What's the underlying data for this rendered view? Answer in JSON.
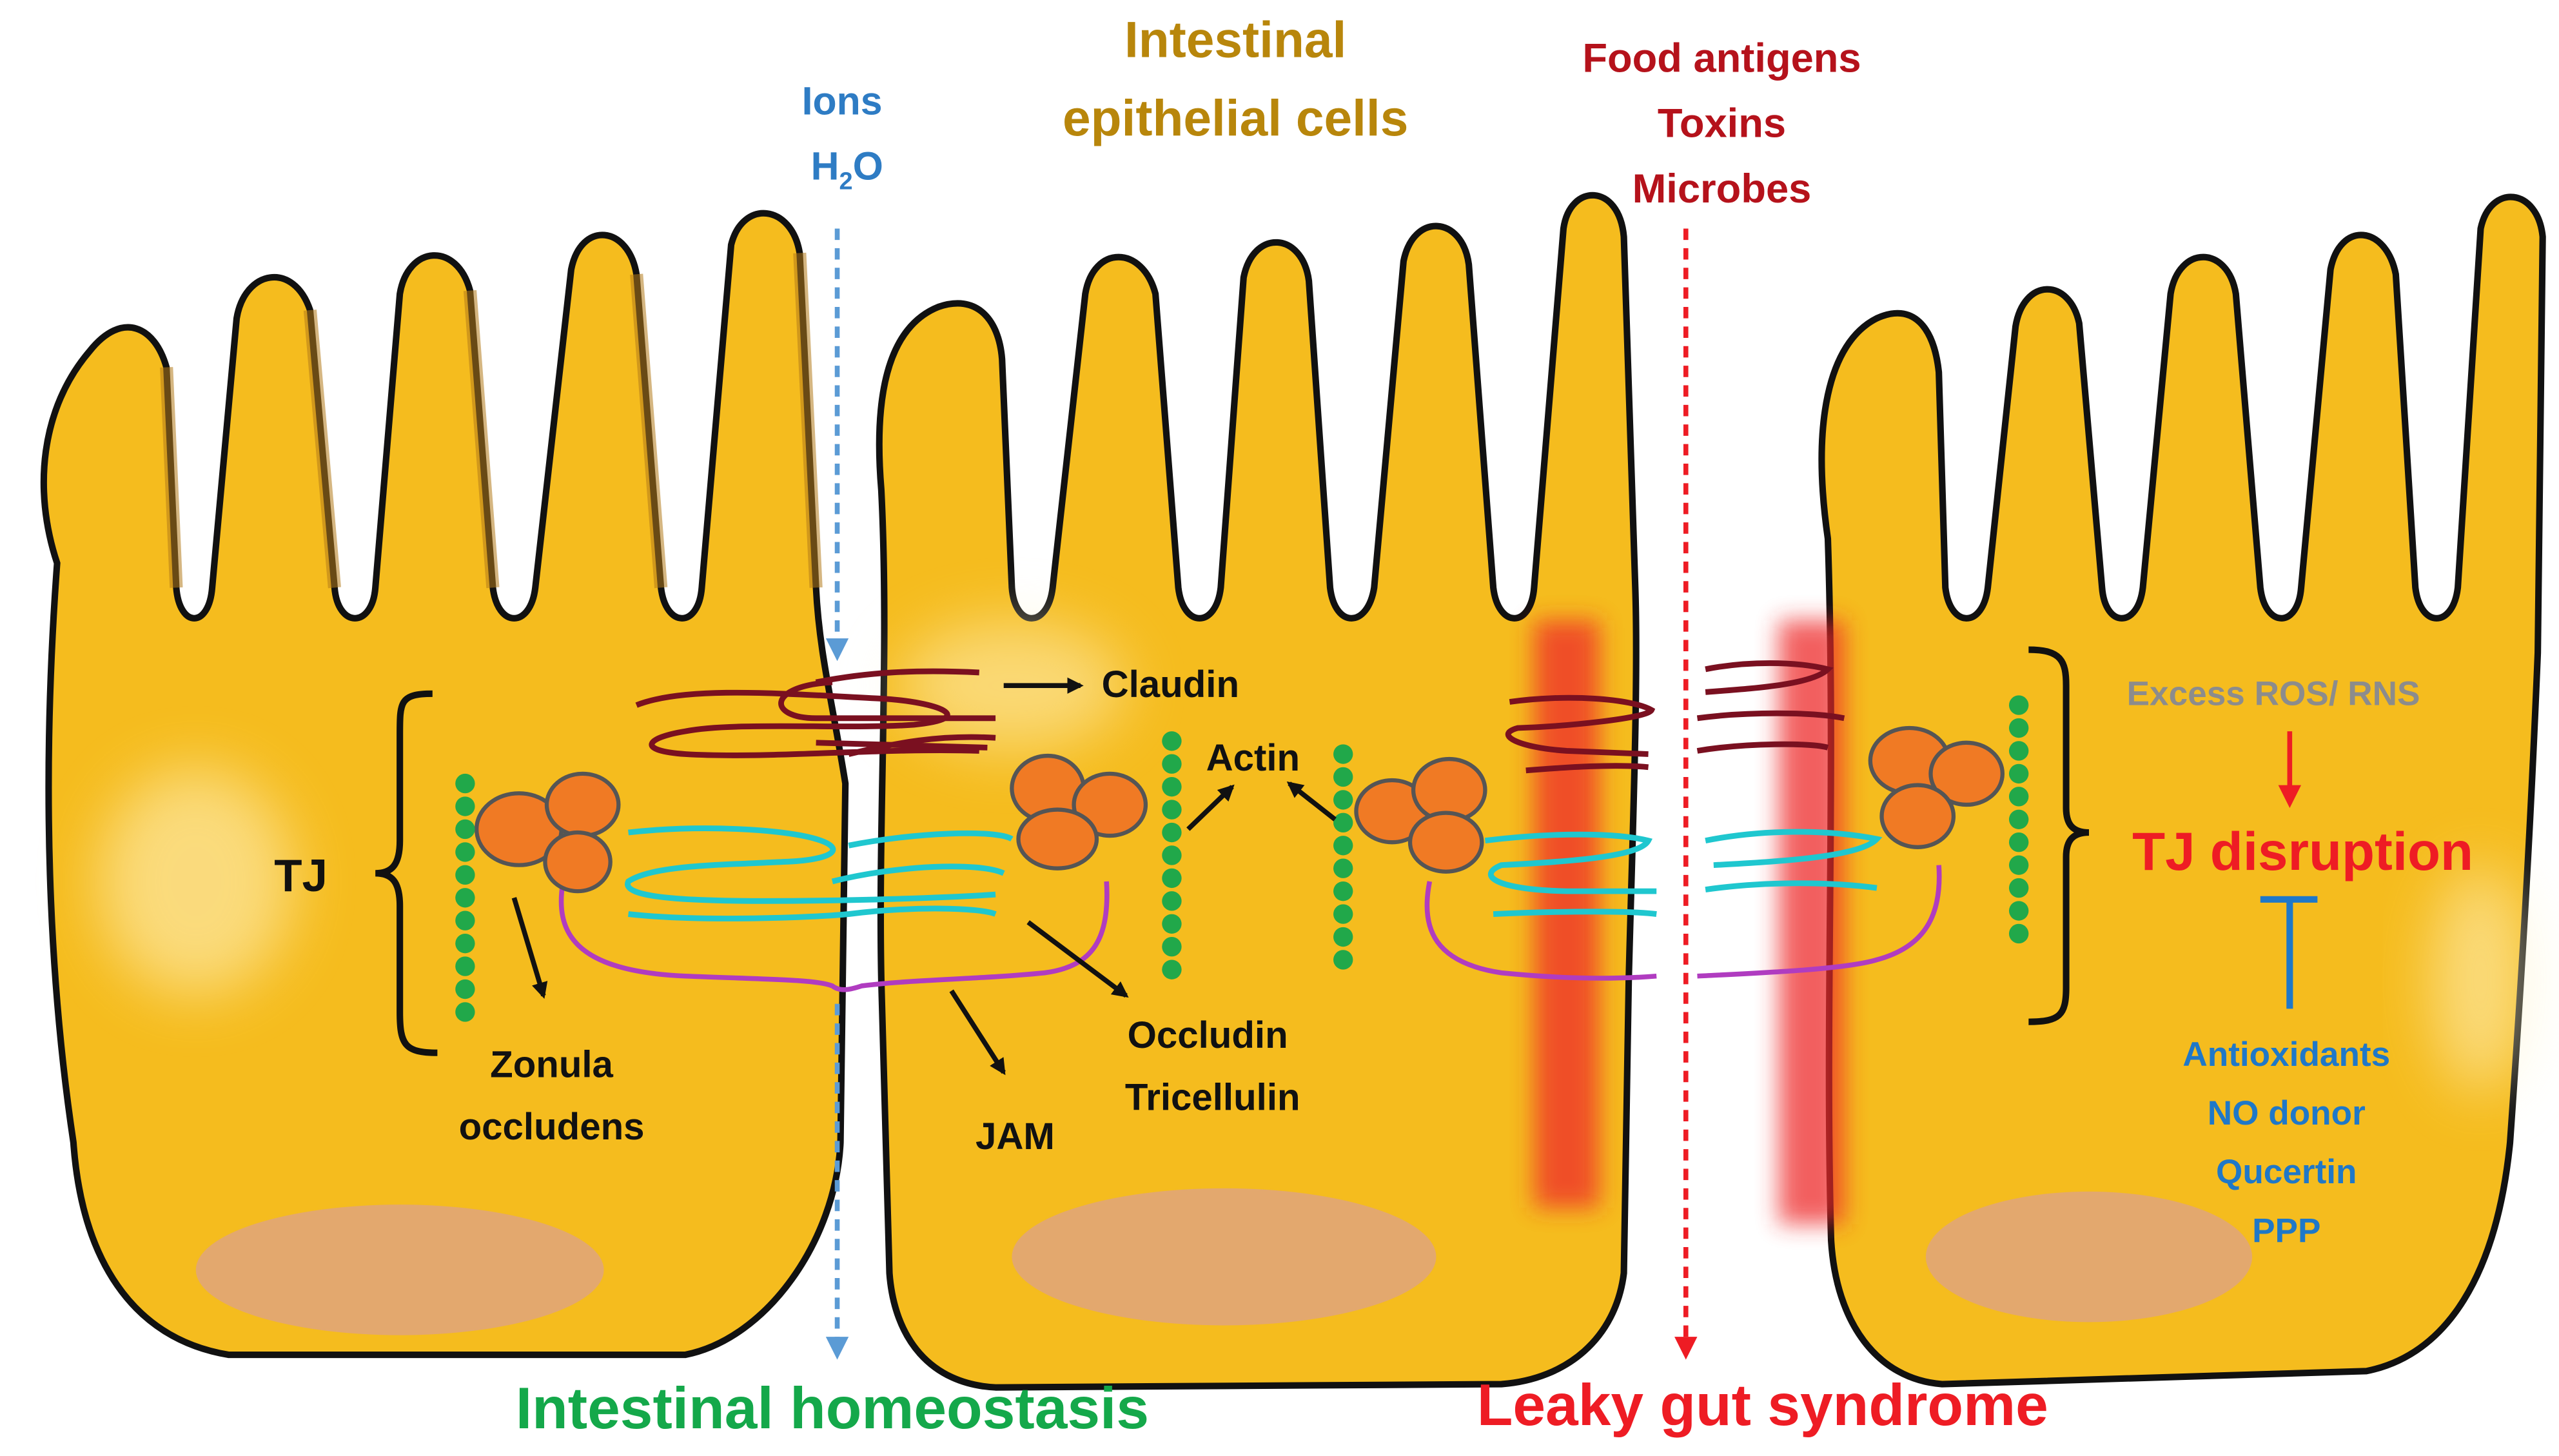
{
  "labels": {
    "intestinal_epithelial_cells_line1": "Intestinal",
    "intestinal_epithelial_cells_line2": "epithelial cells",
    "ions": "Ions",
    "h2o_main": "H",
    "h2o_sub": "2",
    "h2o_end": "O",
    "food_antigens": "Food antigens",
    "toxins": "Toxins",
    "microbes": "Microbes",
    "claudin": "Claudin",
    "actin": "Actin",
    "tj": "TJ",
    "zonula_line1": "Zonula",
    "zonula_line2": "occludens",
    "jam": "JAM",
    "occludin": "Occludin",
    "tricellulin": "Tricellulin",
    "excess_ros": "Excess ROS/ RNS",
    "tj_disruption": "TJ disruption",
    "antioxidants": "Antioxidants",
    "no_donor": "NO donor",
    "qucertin": "Qucertin",
    "ppp": "PPP",
    "intestinal_homeostasis": "Intestinal homeostasis",
    "leaky_gut": "Leaky gut syndrome"
  },
  "colors": {
    "cell_fill": "#F5BC1E",
    "cell_stroke": "#111111",
    "nucleus": "#E3A86E",
    "claudin": "#7A1020",
    "occludin": "#1FC7CF",
    "jam": "#B03CC0",
    "zo_protein": "#F07A24",
    "actin": "#21A84A",
    "title_gold": "#B8860B",
    "ions_blue": "#2E7CC4",
    "dark_red": "#B5121B",
    "bright_red": "#EE1C24",
    "homeostasis_green": "#14A84A",
    "inhibitor_blue": "#1F78C8",
    "ros_gray": "#8C8C8C"
  }
}
